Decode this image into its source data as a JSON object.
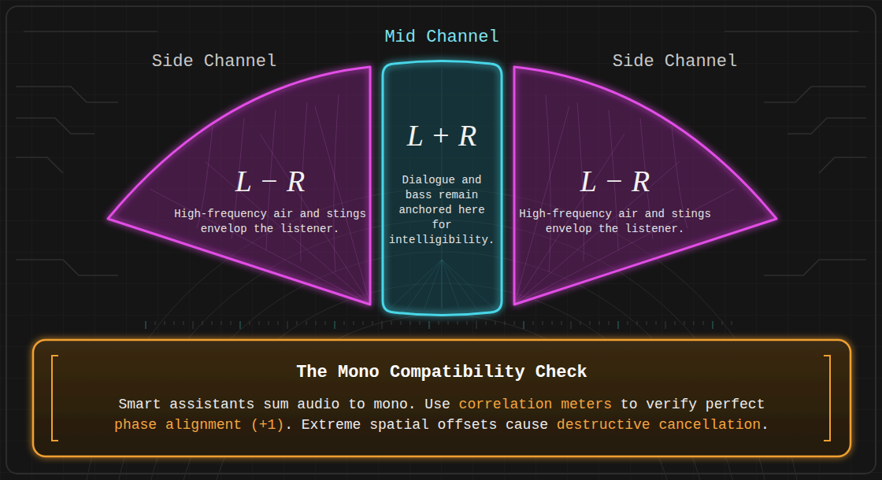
{
  "diagram": {
    "nodes": [
      {
        "text": [
          "Side Channel",
          "L − R",
          "High-frequency air and stings envelop the listener."
        ]
      },
      {
        "text": [
          "Mid Channel",
          "L + R",
          "Dialogue and bass remain anchored here for intelligibility."
        ]
      },
      {
        "text": [
          "Side Channel",
          "L − R",
          "High-frequency air and stings envelop the listener."
        ]
      },
      {
        "text": [
          "The Mono Compatibility Check",
          "Smart assistants sum audio to mono. Use",
          "correlation meters",
          "to verify perfect",
          "phase alignment (+1)",
          ". Extreme spatial offsets cause",
          "destructive cancellation",
          "."
        ]
      }
    ],
    "edges": []
  }
}
